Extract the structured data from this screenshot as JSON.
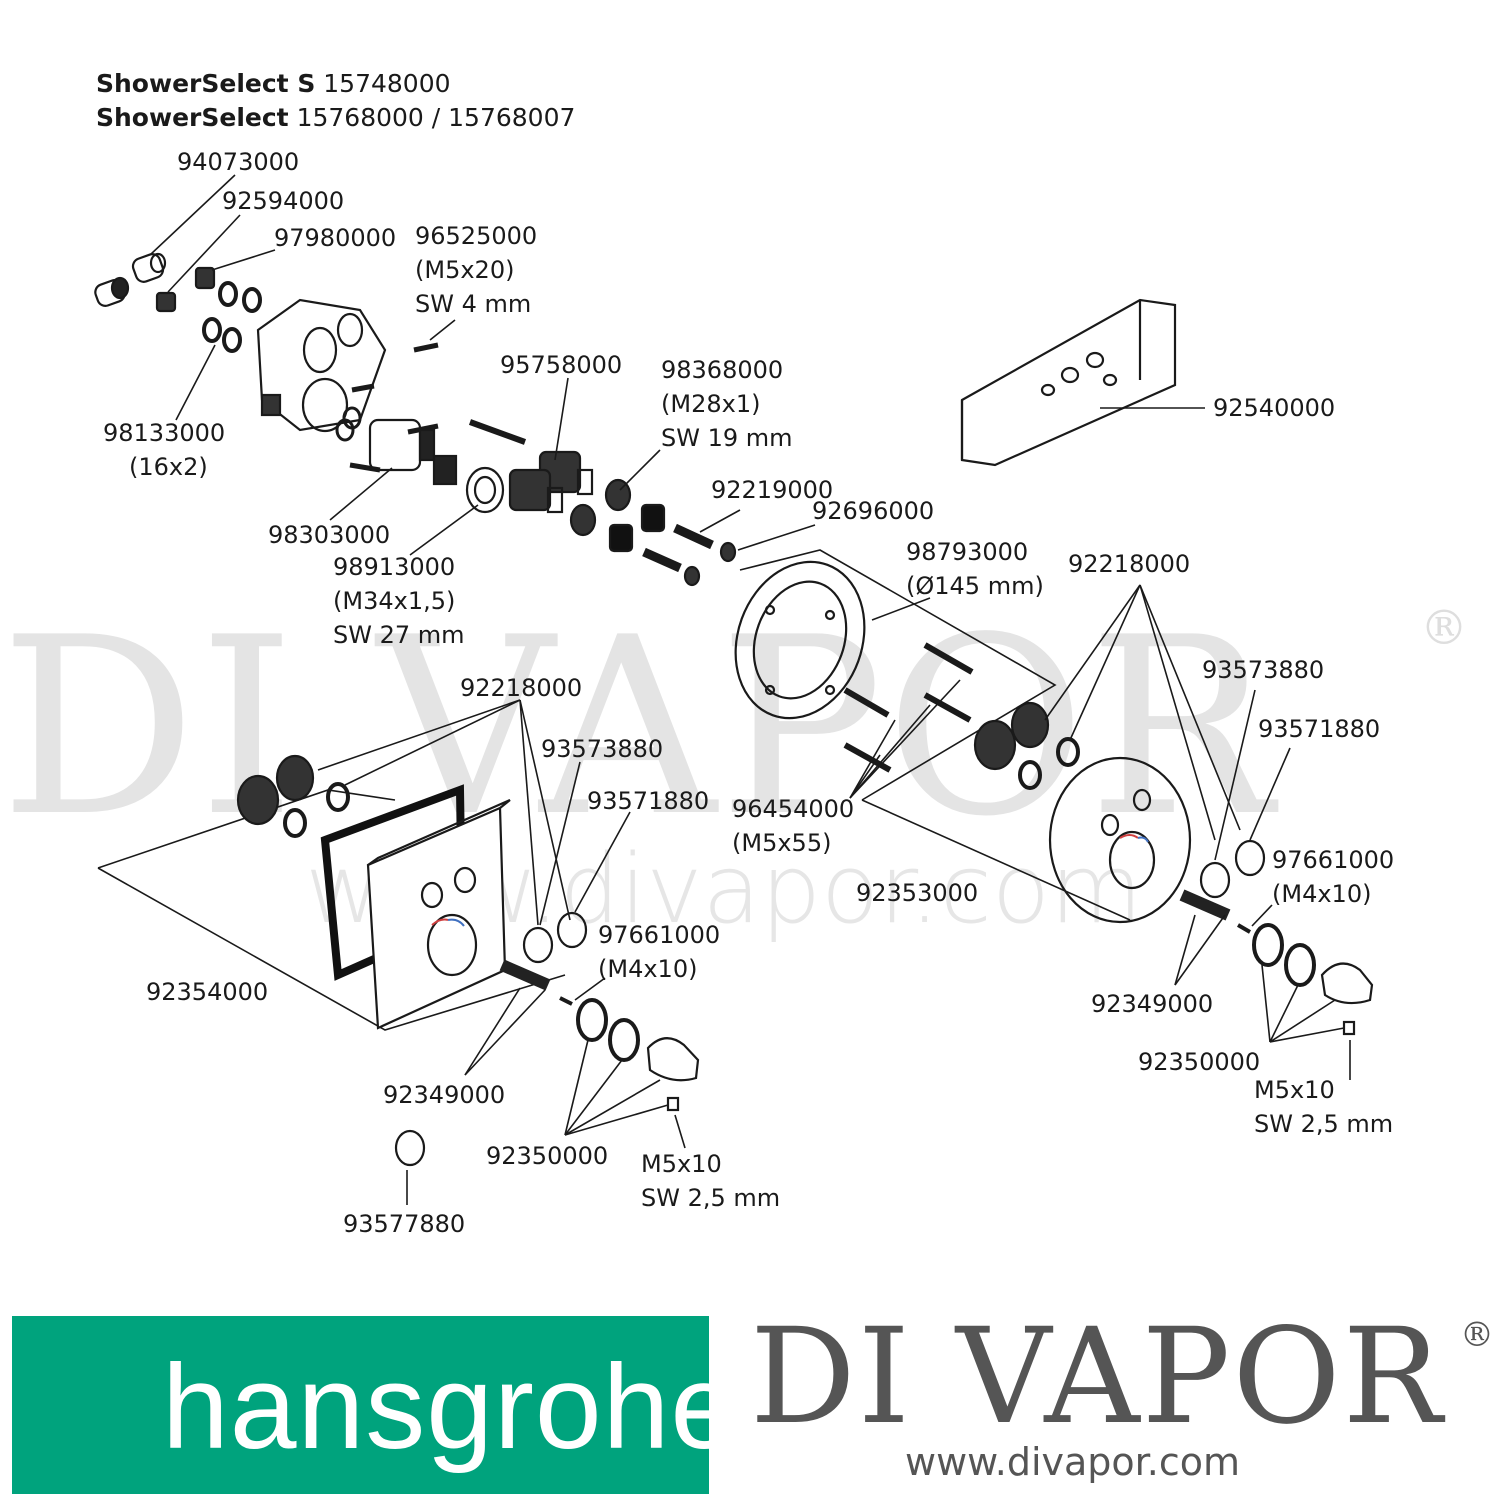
{
  "title": {
    "line1_bold": "ShowerSelect S",
    "line1_rest": "15748000",
    "line2_bold": "ShowerSelect",
    "line2_rest": "15768000 / 15768007"
  },
  "labels": {
    "p94073000": "94073000",
    "p92594000": "92594000",
    "p97980000": "97980000",
    "p96525000": [
      "96525000",
      "(M5x20)",
      "SW 4 mm"
    ],
    "p98133000": [
      "98133000",
      "(16x2)"
    ],
    "p95758000": "95758000",
    "p98368000": [
      "98368000",
      "(M28x1)",
      "SW 19 mm"
    ],
    "p92540000": "92540000",
    "p92219000": "92219000",
    "p92696000": "92696000",
    "p98303000": "98303000",
    "p98913000": [
      "98913000",
      "(M34x1,5)",
      "SW 27 mm"
    ],
    "p98793000": [
      "98793000",
      "(Ø145 mm)"
    ],
    "p92218000_r": "92218000",
    "p93573880_r": "93573880",
    "p93571880_r": "93571880",
    "p92218000_l": "92218000",
    "p93573880_l": "93573880",
    "p93571880_l": "93571880",
    "p96454000": [
      "96454000",
      "(M5x55)"
    ],
    "p92353000": "92353000",
    "p97661000_r": [
      "97661000",
      "(M4x10)"
    ],
    "p97661000_l": [
      "97661000",
      "(M4x10)"
    ],
    "p92354000": "92354000",
    "p92349000_r": "92349000",
    "p92350000_r": "92350000",
    "p m5x10_r": [
      "M5x10",
      "SW 2,5 mm"
    ],
    "p92349000_l": "92349000",
    "p92350000_l": "92350000",
    "p m5x10_l": [
      "M5x10",
      "SW 2,5 mm"
    ],
    "p93577880": "93577880"
  },
  "watermark": {
    "big": "DI VAPOR",
    "reg": "®",
    "url": "www.divapor.com"
  },
  "logos": {
    "hansgrohe": "hansgrohe",
    "divapor": "DI VAPOR",
    "divapor_reg": "®",
    "divapor_url": "www.divapor.com",
    "hansgrohe_color": "#00a37d"
  }
}
